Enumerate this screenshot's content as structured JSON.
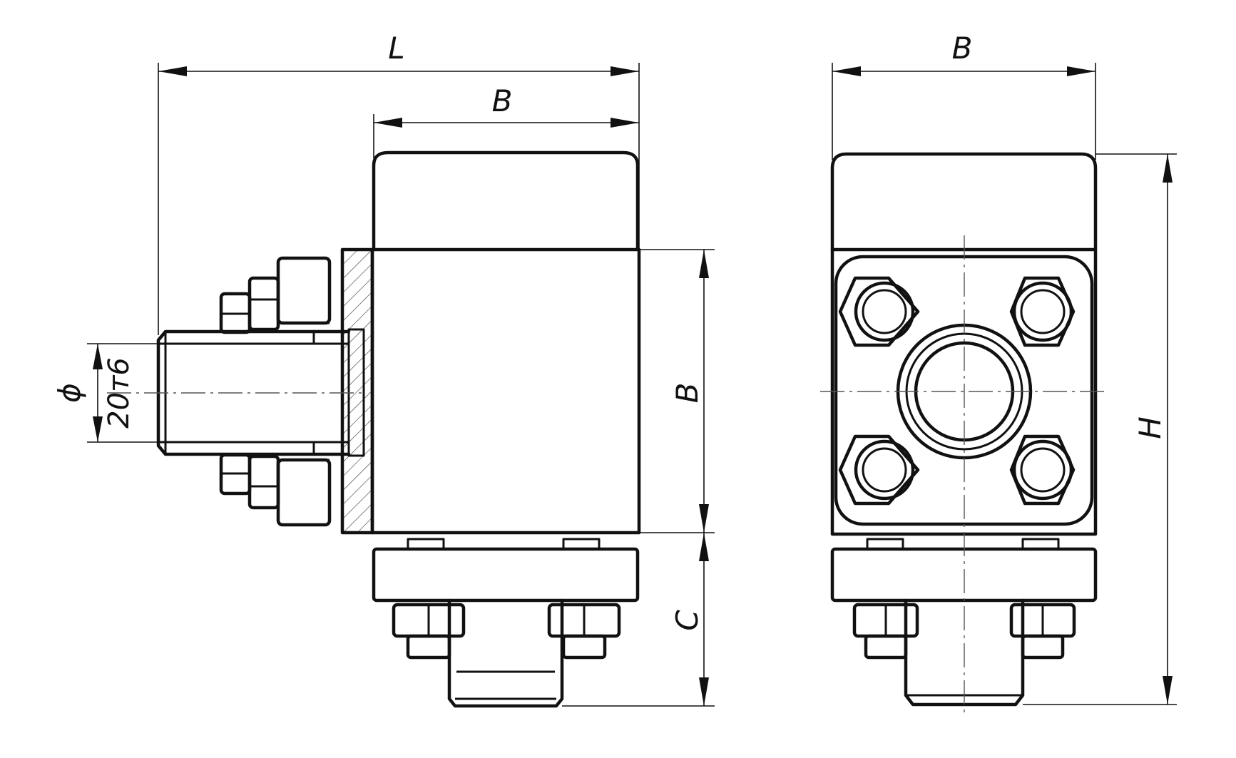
{
  "labels": {
    "overall_length": "L",
    "top_width_side": "B",
    "top_width_front": "B",
    "body_height": "B",
    "flange_height": "C",
    "total_height": "H",
    "diameter_symbol": "ϕ",
    "diameter_value": "20т6"
  }
}
